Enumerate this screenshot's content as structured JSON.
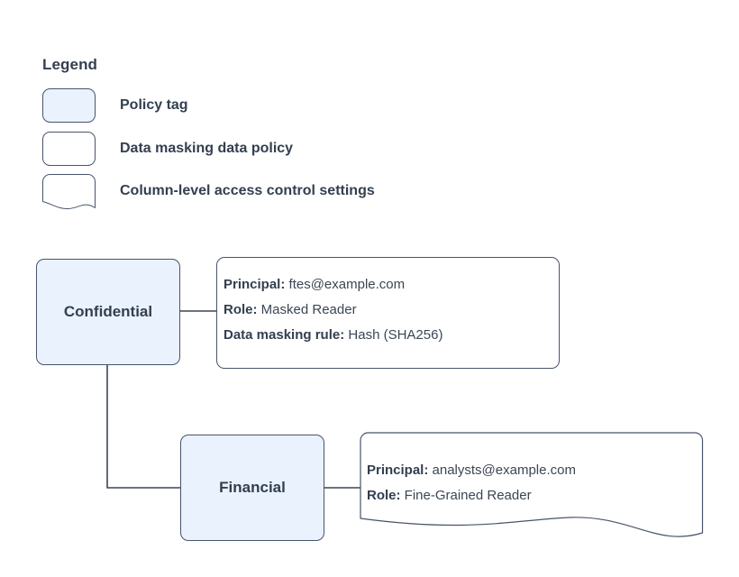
{
  "legend": {
    "title": "Legend",
    "items": [
      {
        "shape": "rounded-rect-filled",
        "label": "Policy tag"
      },
      {
        "shape": "rounded-rect",
        "label": "Data masking data policy"
      },
      {
        "shape": "wavy-bottom-rect",
        "label": "Column-level access control settings"
      }
    ]
  },
  "nodes": {
    "confidential": {
      "label": "Confidential"
    },
    "financial": {
      "label": "Financial"
    }
  },
  "cards": {
    "masking_policy": {
      "lines": [
        {
          "label": "Principal:",
          "value": "ftes@example.com"
        },
        {
          "label": "Role:",
          "value": "Masked Reader"
        },
        {
          "label": "Data masking rule:",
          "value": "Hash (SHA256)"
        }
      ]
    },
    "column_access": {
      "lines": [
        {
          "label": "Principal:",
          "value": "analysts@example.com"
        },
        {
          "label": "Role:",
          "value": "Fine-Grained Reader"
        }
      ]
    }
  },
  "colors": {
    "tag_fill": "#eaf2fd",
    "stroke": "#48546b",
    "card_stroke": "#48546b",
    "text": "#333f4f",
    "value_text": "#3b4654",
    "background": "#ffffff"
  }
}
